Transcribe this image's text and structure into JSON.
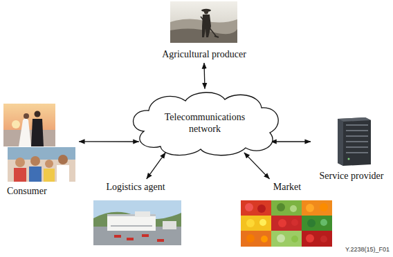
{
  "diagram": {
    "nodes": [
      {
        "text": [
          "Agricultural producer"
        ]
      },
      {
        "text": [
          "Consumer"
        ]
      },
      {
        "text": [
          "Telecommunications network"
        ]
      },
      {
        "text": [
          "Service provider"
        ]
      },
      {
        "text": [
          "Logistics agent"
        ]
      },
      {
        "text": [
          "Market"
        ]
      }
    ],
    "edges": [
      {
        "from": 2,
        "to": 0,
        "arrow": "both"
      },
      {
        "from": 2,
        "to": 1,
        "arrow": "both"
      },
      {
        "from": 2,
        "to": 3,
        "arrow": "both"
      },
      {
        "from": 2,
        "to": 4,
        "arrow": "both"
      },
      {
        "from": 2,
        "to": 5,
        "arrow": "both"
      }
    ],
    "labels": [
      "Y.2238(15)_F01"
    ]
  }
}
